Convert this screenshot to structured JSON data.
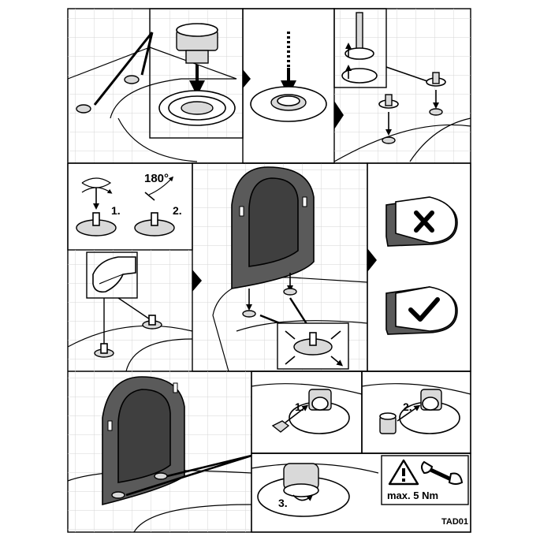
{
  "instructions": {
    "step1_label": "1.",
    "step2_label": "2.",
    "step3_label": "3.",
    "rotate_label": "180°",
    "torque_label": "max. 5 Nm",
    "doc_code": "TAD01"
  },
  "icons": {
    "wrong": "cross-icon",
    "correct": "check-icon",
    "warning": "warning-triangle-icon",
    "wrench": "wrench-icon"
  },
  "colors": {
    "ink": "#000000",
    "tile": "#cfcfcf",
    "panel_fill": "#5a5a5a",
    "light_fill": "#d9d9d9"
  }
}
